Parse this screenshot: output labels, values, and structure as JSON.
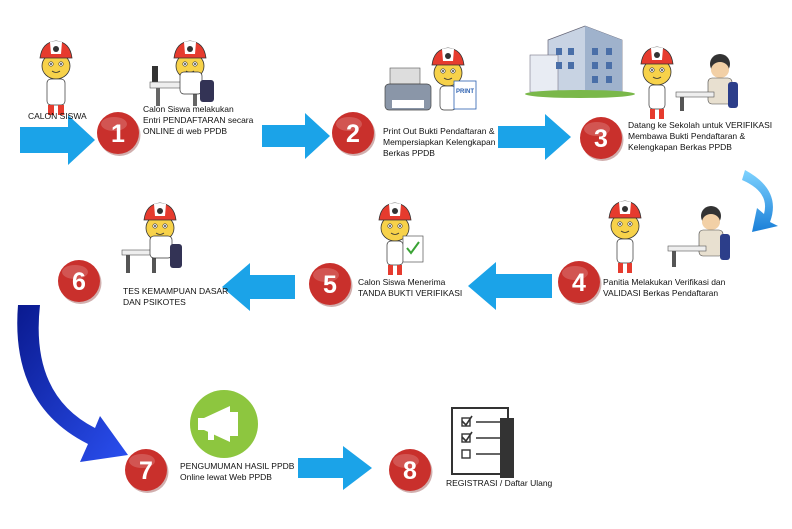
{
  "start_label": "CALON SISWA",
  "steps": [
    {
      "number": "1",
      "text": "Calon Siswa melakukan\nEntri PENDAFTARAN secara\nONLINE di web PPDB"
    },
    {
      "number": "2",
      "text": "Print Out Bukti Pendaftaran &\nMempersiapkan Kelengkapan\nBerkas PPDB"
    },
    {
      "number": "3",
      "text": "Datang ke Sekolah untuk VERIFIKASI\nMembawa Bukti Pendaftaran &\nKelengkapan Berkas PPDB"
    },
    {
      "number": "4",
      "text": "Panitia Melakukan Verifikasi dan\nVALIDASI Berkas Pendaftaran"
    },
    {
      "number": "5",
      "text": "Calon Siswa Menerima\nTANDA BUKTI VERIFIKASI"
    },
    {
      "number": "6",
      "text": "TES KEMAMPUAN DASAR\nDAN PSIKOTES"
    },
    {
      "number": "7",
      "text": "PENGUMUMAN HASIL PPDB\nOnline lewat Web PPDB"
    },
    {
      "number": "8",
      "text": "REGISTRASI / Daftar Ulang"
    }
  ],
  "print_label": "PRINT",
  "colors": {
    "circle": "#c9302c",
    "arrow": "#1ba3e8",
    "curve_arrow": "#1a2fd1",
    "megaphone_bg": "#8dc63f"
  }
}
